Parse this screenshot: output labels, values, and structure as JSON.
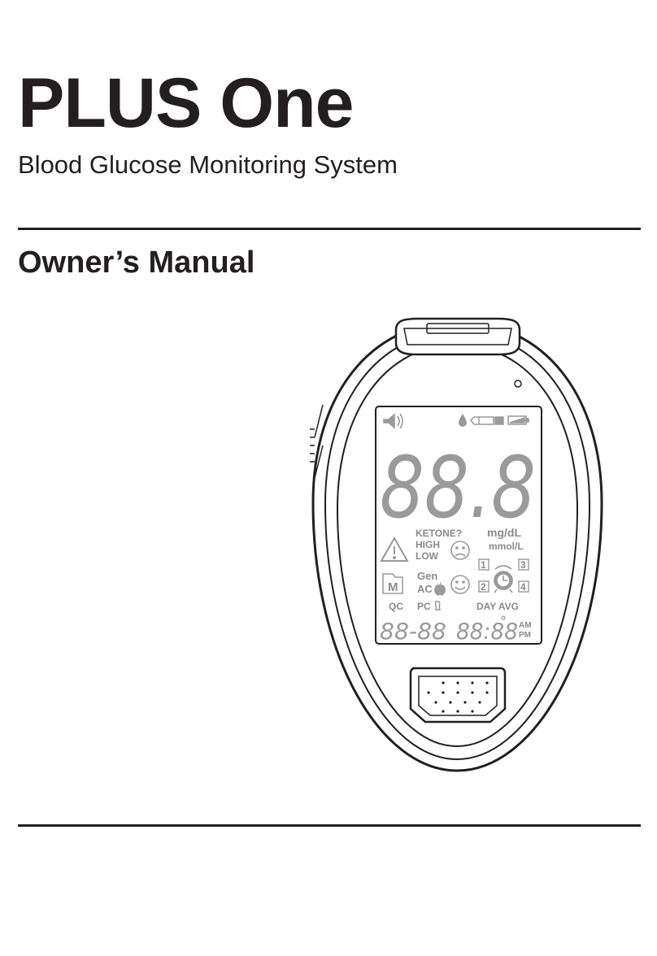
{
  "cover": {
    "product_name": "PLUS One",
    "subtitle": "Blood Glucose Monitoring System",
    "manual_title": "Owner’s Manual"
  },
  "display": {
    "main_reading": "88.8",
    "ketone": "KETONE?",
    "high": "HIGH",
    "low": "LOW",
    "unit_mg": "mg/dL",
    "unit_mmol": "mmol/L",
    "memory": "M",
    "gen": "Gen",
    "ac": "AC",
    "pc": "PC",
    "qc": "QC",
    "day_avg": "DAY AVG",
    "date": "88-88",
    "time": "88:88",
    "am": "AM",
    "pm": "PM",
    "alarm_1": "1",
    "alarm_2": "2",
    "alarm_3": "3",
    "alarm_4": "4"
  },
  "colors": {
    "ink": "#231f20",
    "lcd_segment": "#9a9a9a"
  },
  "icons": [
    "speaker-icon",
    "blood-drop-icon",
    "test-strip-icon",
    "battery-icon",
    "warning-icon",
    "sad-face-icon",
    "smile-face-icon",
    "memory-icon",
    "alarm-clock-icon",
    "apple-icon",
    "eaten-apple-icon"
  ]
}
